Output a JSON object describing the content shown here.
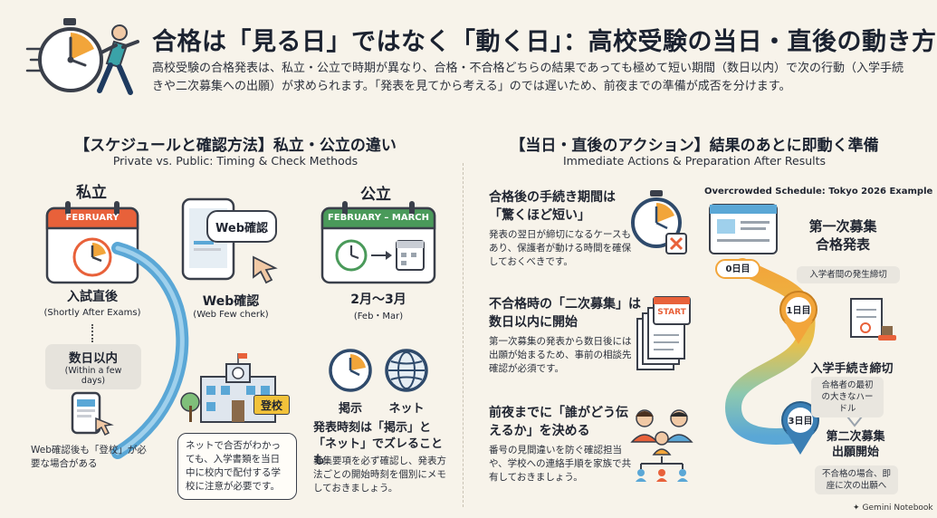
{
  "header": {
    "title": "合格は「見る日」ではなく「動く日」：高校受験の当日・直後の動き方",
    "lead": "高校受験の合格発表は、私立・公立で時期が異なり、合格・不合格どちらの結果であっても極めて短い期間（数日以内）で次の行動（入学手続きや二次募集への出願）が求められます。「発表を見てから考える」のでは遅いため、前夜までの準備が成否を分けます。"
  },
  "left": {
    "title": "【スケジュールと確認方法】私立・公立の違い",
    "subtitle": "Private vs. Public: Timing & Check Methods",
    "private": {
      "label": "私立",
      "calendar_month": "FEBRUARY",
      "timing_jp": "入試直後",
      "timing_en": "(Shortly After Exams)",
      "days_jp": "数日以内",
      "days_en": "(Within a few days)",
      "web_bubble": "Web確認",
      "web_label": "Web確認",
      "web_en": "(Web Few cherk)",
      "phone_note": "Web確認後も「登校」が必要な場合がある",
      "school_sign": "登校",
      "school_note": "ネットで合否がわかっても、入学書類を当日中に校内で配付する学校に注意が必要です。"
    },
    "public": {
      "label": "公立",
      "calendar_month": "FEBRUARY – MARCH",
      "timing_jp": "2月～3月",
      "timing_en": "(Feb・Mar)",
      "method1": "掲示",
      "method2": "ネット",
      "method_title": "発表時刻は「掲示」と「ネット」でズレることも",
      "method_note": "募集要項を必ず確認し、発表方法ごとの開始時刻を個別にメモしておきましょう。"
    }
  },
  "right": {
    "title": "【当日・直後のアクション】結果のあとに即動く準備",
    "subtitle": "Immediate Actions & Preparation After Results",
    "items": [
      {
        "title": "合格後の手続き期間は「驚くほど短い」",
        "note": "発表の翌日が締切になるケースもあり、保護者が動ける時間を確保しておくべきです。"
      },
      {
        "title": "不合格時の「二次募集」は数日以内に開始",
        "note": "第一次募集の発表から数日後には出願が始まるため、事前の相談先確認が必須です。",
        "doc_label": "START"
      },
      {
        "title": "前夜までに「誰がどう伝えるか」を決める",
        "note": "番号の見間違いを防ぐ確認担当や、学校への連絡手順を家族で共有しておきましょう。"
      }
    ],
    "timeline": {
      "heading": "Overcrowded Schedule: Tokyo 2026 Example",
      "first_title": "第一次募集\n合格発表",
      "first_note": "入学者間の発生締切",
      "day0": "0日目",
      "day1": "1日目",
      "day3": "3日目",
      "deadline_title": "入学手続き締切",
      "deadline_note": "合格者の最初の大きなハードル",
      "second_title": "第二次募集\n出願開始",
      "second_note": "不合格の場合、即座に次の出願へ"
    }
  },
  "footer": {
    "brand": "Gemini Notebook"
  },
  "colors": {
    "calendar_red": "#e8613a",
    "calendar_green": "#4a9a5a",
    "road_blue": "#5aa7d6",
    "pin_blue": "#3b7fb4",
    "accent_orange": "#f2a53a"
  }
}
